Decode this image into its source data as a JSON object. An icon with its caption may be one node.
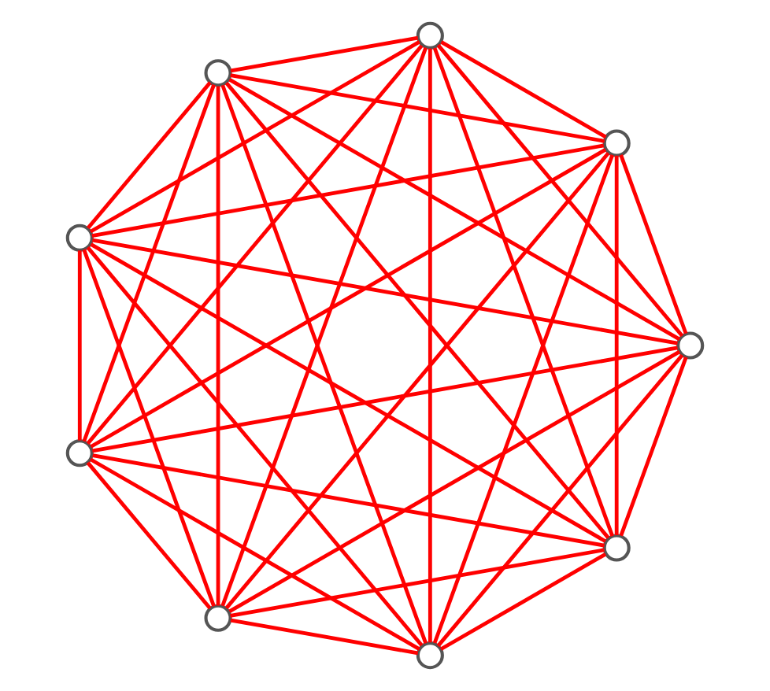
{
  "diagram": {
    "nodes": [
      {
        "text": [],
        "shape": "circle"
      },
      {
        "text": [],
        "shape": "circle"
      },
      {
        "text": [],
        "shape": "circle"
      },
      {
        "text": [],
        "shape": "circle"
      },
      {
        "text": [],
        "shape": "circle"
      },
      {
        "text": [],
        "shape": "circle"
      },
      {
        "text": [],
        "shape": "circle"
      },
      {
        "text": [],
        "shape": "circle"
      },
      {
        "text": [],
        "shape": "circle"
      }
    ],
    "edges": [
      {
        "from": 0,
        "to": 1,
        "arrow": "none"
      },
      {
        "from": 0,
        "to": 2,
        "arrow": "none"
      },
      {
        "from": 0,
        "to": 3,
        "arrow": "none"
      },
      {
        "from": 0,
        "to": 4,
        "arrow": "none"
      },
      {
        "from": 0,
        "to": 5,
        "arrow": "none"
      },
      {
        "from": 0,
        "to": 6,
        "arrow": "none"
      },
      {
        "from": 0,
        "to": 7,
        "arrow": "none"
      },
      {
        "from": 0,
        "to": 8,
        "arrow": "none"
      },
      {
        "from": 1,
        "to": 2,
        "arrow": "none"
      },
      {
        "from": 1,
        "to": 3,
        "arrow": "none"
      },
      {
        "from": 1,
        "to": 4,
        "arrow": "none"
      },
      {
        "from": 1,
        "to": 5,
        "arrow": "none"
      },
      {
        "from": 1,
        "to": 6,
        "arrow": "none"
      },
      {
        "from": 1,
        "to": 7,
        "arrow": "none"
      },
      {
        "from": 1,
        "to": 8,
        "arrow": "none"
      },
      {
        "from": 2,
        "to": 3,
        "arrow": "none"
      },
      {
        "from": 2,
        "to": 4,
        "arrow": "none"
      },
      {
        "from": 2,
        "to": 5,
        "arrow": "none"
      },
      {
        "from": 2,
        "to": 6,
        "arrow": "none"
      },
      {
        "from": 2,
        "to": 7,
        "arrow": "none"
      },
      {
        "from": 2,
        "to": 8,
        "arrow": "none"
      },
      {
        "from": 3,
        "to": 4,
        "arrow": "none"
      },
      {
        "from": 3,
        "to": 5,
        "arrow": "none"
      },
      {
        "from": 3,
        "to": 6,
        "arrow": "none"
      },
      {
        "from": 3,
        "to": 7,
        "arrow": "none"
      },
      {
        "from": 3,
        "to": 8,
        "arrow": "none"
      },
      {
        "from": 4,
        "to": 5,
        "arrow": "none"
      },
      {
        "from": 4,
        "to": 6,
        "arrow": "none"
      },
      {
        "from": 4,
        "to": 7,
        "arrow": "none"
      },
      {
        "from": 4,
        "to": 8,
        "arrow": "none"
      },
      {
        "from": 5,
        "to": 6,
        "arrow": "none"
      },
      {
        "from": 5,
        "to": 7,
        "arrow": "none"
      },
      {
        "from": 5,
        "to": 8,
        "arrow": "none"
      },
      {
        "from": 6,
        "to": 7,
        "arrow": "none"
      },
      {
        "from": 6,
        "to": 8,
        "arrow": "none"
      },
      {
        "from": 7,
        "to": 8,
        "arrow": "none"
      }
    ]
  }
}
